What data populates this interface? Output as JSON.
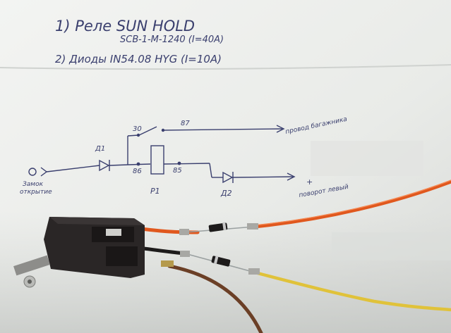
{
  "notes": {
    "line1": "1) Реле   SUN   HOLD",
    "line1b": "SCB-1-M-1240    (I=40A)",
    "line2": "2) Диоды   IN54.08  HYG   (I=10A)"
  },
  "schematic": {
    "pin30": "30",
    "pin87": "87",
    "pin86": "86",
    "pin85": "85",
    "d1": "Д1",
    "d2": "Д2",
    "relay": "Р1",
    "input_label_1": "Замок",
    "input_label_2": "открытие",
    "output_top": "провод багажника",
    "output_bottom_plus": "+",
    "output_bottom": "поворот левый"
  },
  "colors": {
    "paper": "#eef0ee",
    "ink": "#3a3f6e",
    "wire_orange": "#e0581e",
    "wire_yellow": "#e0c23a",
    "wire_brown": "#6b3f26",
    "wire_black": "#1d1b1b",
    "relay_body": "#2a2626"
  }
}
